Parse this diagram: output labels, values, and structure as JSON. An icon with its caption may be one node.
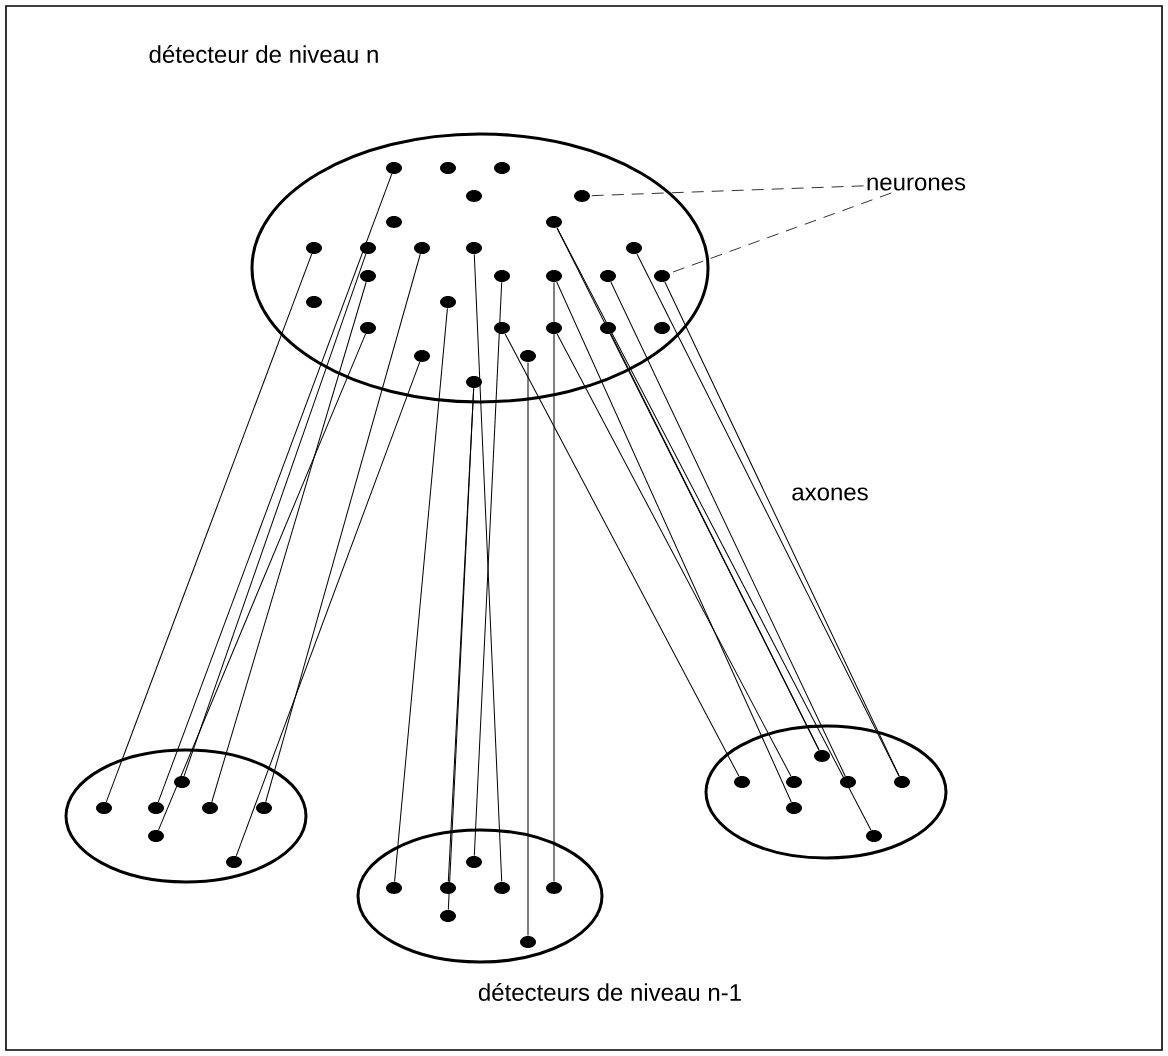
{
  "diagram": {
    "nodes": [
      {
        "text": [],
        "shape": "ellipse",
        "beside": [
          "détecteur de niveau n"
        ]
      },
      {
        "text": [],
        "shape": "dot",
        "in": 0
      },
      {
        "text": [],
        "shape": "dot",
        "in": 0
      },
      {
        "text": [],
        "shape": "dot",
        "in": 0
      },
      {
        "text": [],
        "shape": "dot",
        "in": 0
      },
      {
        "text": [],
        "shape": "dot",
        "in": 0
      },
      {
        "text": [],
        "shape": "dot",
        "in": 0
      },
      {
        "text": [],
        "shape": "dot",
        "in": 0
      },
      {
        "text": [],
        "shape": "dot",
        "in": 0
      },
      {
        "text": [],
        "shape": "dot",
        "in": 0
      },
      {
        "text": [],
        "shape": "dot",
        "in": 0
      },
      {
        "text": [],
        "shape": "dot",
        "in": 0
      },
      {
        "text": [],
        "shape": "dot",
        "in": 0
      },
      {
        "text": [],
        "shape": "dot",
        "in": 0
      },
      {
        "text": [],
        "shape": "dot",
        "in": 0
      },
      {
        "text": [],
        "shape": "dot",
        "in": 0
      },
      {
        "text": [],
        "shape": "dot",
        "in": 0
      },
      {
        "text": [],
        "shape": "dot",
        "in": 0
      },
      {
        "text": [],
        "shape": "dot",
        "in": 0
      },
      {
        "text": [],
        "shape": "dot",
        "in": 0
      },
      {
        "text": [],
        "shape": "dot",
        "in": 0
      },
      {
        "text": [],
        "shape": "dot",
        "in": 0
      },
      {
        "text": [],
        "shape": "dot",
        "in": 0
      },
      {
        "text": [],
        "shape": "dot",
        "in": 0
      },
      {
        "text": [],
        "shape": "dot",
        "in": 0
      },
      {
        "text": [],
        "shape": "dot",
        "in": 0
      },
      {
        "text": [],
        "shape": "dot",
        "in": 0
      },
      {
        "text": [],
        "shape": "dot",
        "in": 0
      },
      {
        "text": [],
        "shape": "ellipse"
      },
      {
        "text": [],
        "shape": "dot",
        "in": 28
      },
      {
        "text": [],
        "shape": "dot",
        "in": 28
      },
      {
        "text": [],
        "shape": "dot",
        "in": 28
      },
      {
        "text": [],
        "shape": "dot",
        "in": 28
      },
      {
        "text": [],
        "shape": "dot",
        "in": 28
      },
      {
        "text": [],
        "shape": "dot",
        "in": 28
      },
      {
        "text": [],
        "shape": "dot",
        "in": 28
      },
      {
        "text": [],
        "shape": "ellipse"
      },
      {
        "text": [],
        "shape": "dot",
        "in": 36
      },
      {
        "text": [],
        "shape": "dot",
        "in": 36
      },
      {
        "text": [],
        "shape": "dot",
        "in": 36
      },
      {
        "text": [],
        "shape": "dot",
        "in": 36
      },
      {
        "text": [],
        "shape": "dot",
        "in": 36
      },
      {
        "text": [],
        "shape": "dot",
        "in": 36
      },
      {
        "text": [],
        "shape": "dot",
        "in": 36
      },
      {
        "text": [],
        "shape": "ellipse"
      },
      {
        "text": [],
        "shape": "dot",
        "in": 44
      },
      {
        "text": [],
        "shape": "dot",
        "in": 44
      },
      {
        "text": [],
        "shape": "dot",
        "in": 44
      },
      {
        "text": [],
        "shape": "dot",
        "in": 44
      },
      {
        "text": [],
        "shape": "dot",
        "in": 44
      },
      {
        "text": [],
        "shape": "dot",
        "in": 44
      },
      {
        "text": [],
        "shape": "dot",
        "in": 44
      },
      {
        "text": [
          "neurones"
        ]
      }
    ],
    "edges": [
      {
        "from": 8,
        "to": 29,
        "arrow": "none"
      },
      {
        "from": 1,
        "to": 30,
        "arrow": "none"
      },
      {
        "from": 9,
        "to": 31,
        "arrow": "none"
      },
      {
        "from": 13,
        "to": 32,
        "arrow": "none"
      },
      {
        "from": 10,
        "to": 33,
        "arrow": "none"
      },
      {
        "from": 20,
        "to": 34,
        "arrow": "none"
      },
      {
        "from": 25,
        "to": 35,
        "arrow": "none"
      },
      {
        "from": 19,
        "to": 37,
        "arrow": "none"
      },
      {
        "from": 27,
        "to": 38,
        "arrow": "none"
      },
      {
        "from": 14,
        "to": 39,
        "arrow": "none"
      },
      {
        "from": 11,
        "to": 40,
        "arrow": "none"
      },
      {
        "from": 15,
        "to": 41,
        "arrow": "none"
      },
      {
        "from": 27,
        "to": 42,
        "arrow": "none"
      },
      {
        "from": 26,
        "to": 43,
        "arrow": "none"
      },
      {
        "from": 21,
        "to": 45,
        "arrow": "none"
      },
      {
        "from": 22,
        "to": 46,
        "arrow": "none"
      },
      {
        "from": 7,
        "to": 47,
        "arrow": "none"
      },
      {
        "from": 16,
        "to": 48,
        "arrow": "none"
      },
      {
        "from": 12,
        "to": 49,
        "arrow": "none"
      },
      {
        "from": 15,
        "to": 50,
        "arrow": "none"
      },
      {
        "from": 7,
        "to": 51,
        "arrow": "none"
      },
      {
        "from": 23,
        "to": 47,
        "arrow": "none"
      },
      {
        "from": 17,
        "to": 49,
        "arrow": "none"
      },
      {
        "from": 52,
        "to": 5,
        "arrow": "none",
        "style": "dashed"
      },
      {
        "from": 52,
        "to": 17,
        "arrow": "none",
        "style": "dashed"
      }
    ],
    "labels": [
      "axones",
      "détecteurs de niveau n-1"
    ]
  }
}
